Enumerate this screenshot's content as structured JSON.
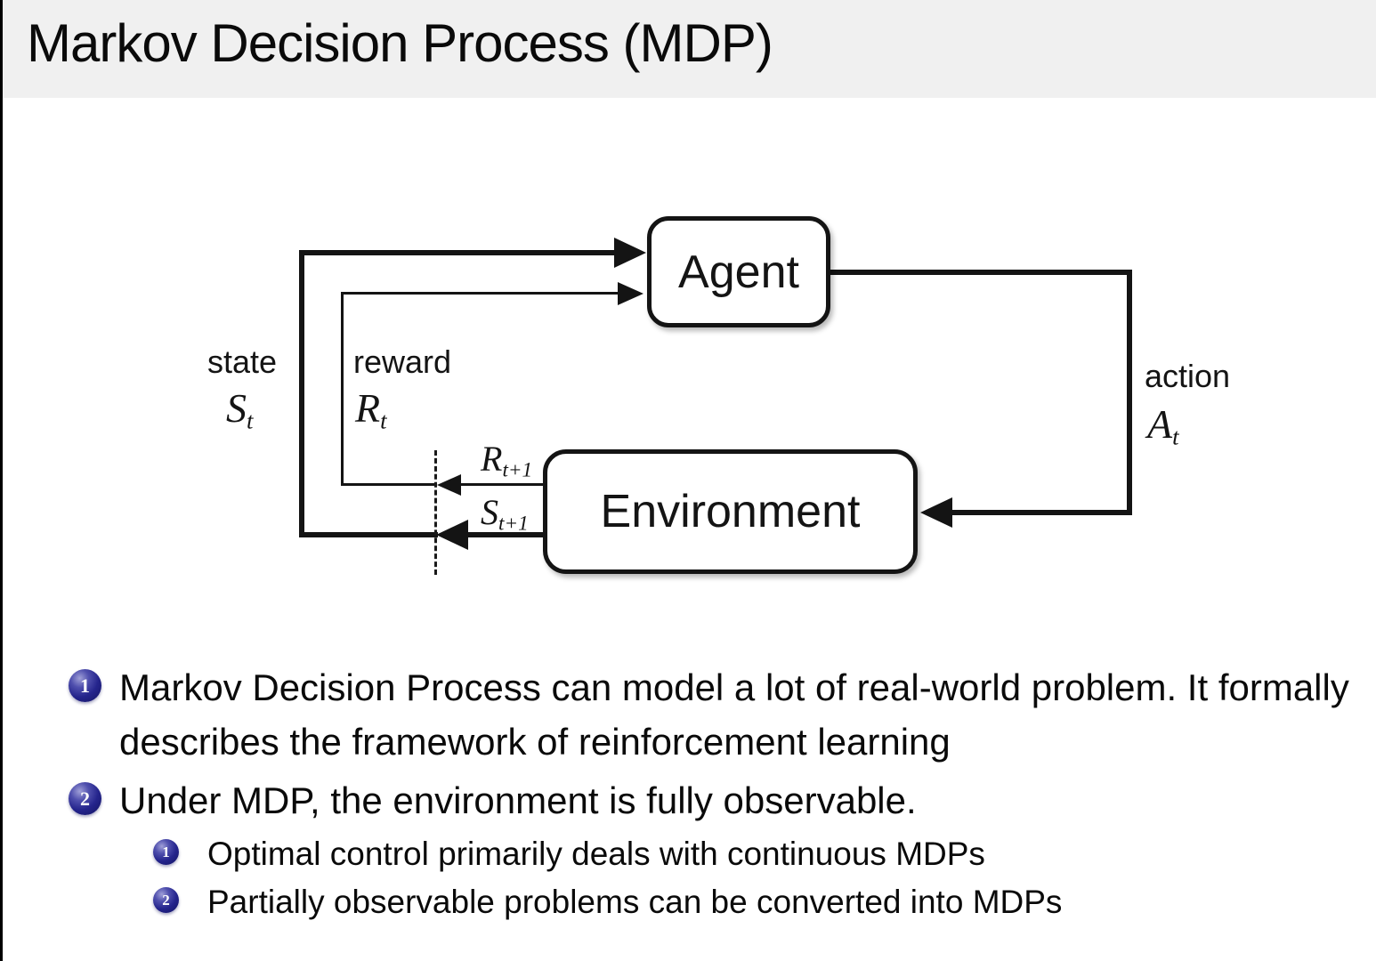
{
  "page": {
    "title": "Markov Decision Process (MDP)"
  },
  "diagram": {
    "agent_label": "Agent",
    "environment_label": "Environment",
    "state_word": "state",
    "state_symbol": "S",
    "state_sub": "t",
    "reward_word": "reward",
    "reward_symbol": "R",
    "reward_sub": "t",
    "action_word": "action",
    "action_symbol": "A",
    "action_sub": "t",
    "next_reward_symbol": "R",
    "next_reward_sub": "t+1",
    "next_state_symbol": "S",
    "next_state_sub": "t+1"
  },
  "bullets": {
    "items": [
      {
        "number": "1",
        "text": "Markov Decision Process can model a lot of real-world problem. It formally describes the framework of reinforcement learning"
      },
      {
        "number": "2",
        "text": "Under MDP, the environment is fully observable.",
        "children": [
          {
            "number": "1",
            "text": "Optimal control primarily deals with continuous MDPs"
          },
          {
            "number": "2",
            "text": "Partially observable problems can be converted into MDPs"
          }
        ]
      }
    ]
  },
  "colors": {
    "header_bg": "#f0f0f0",
    "line_color": "#141414",
    "sphere_blue": "#24248c"
  }
}
